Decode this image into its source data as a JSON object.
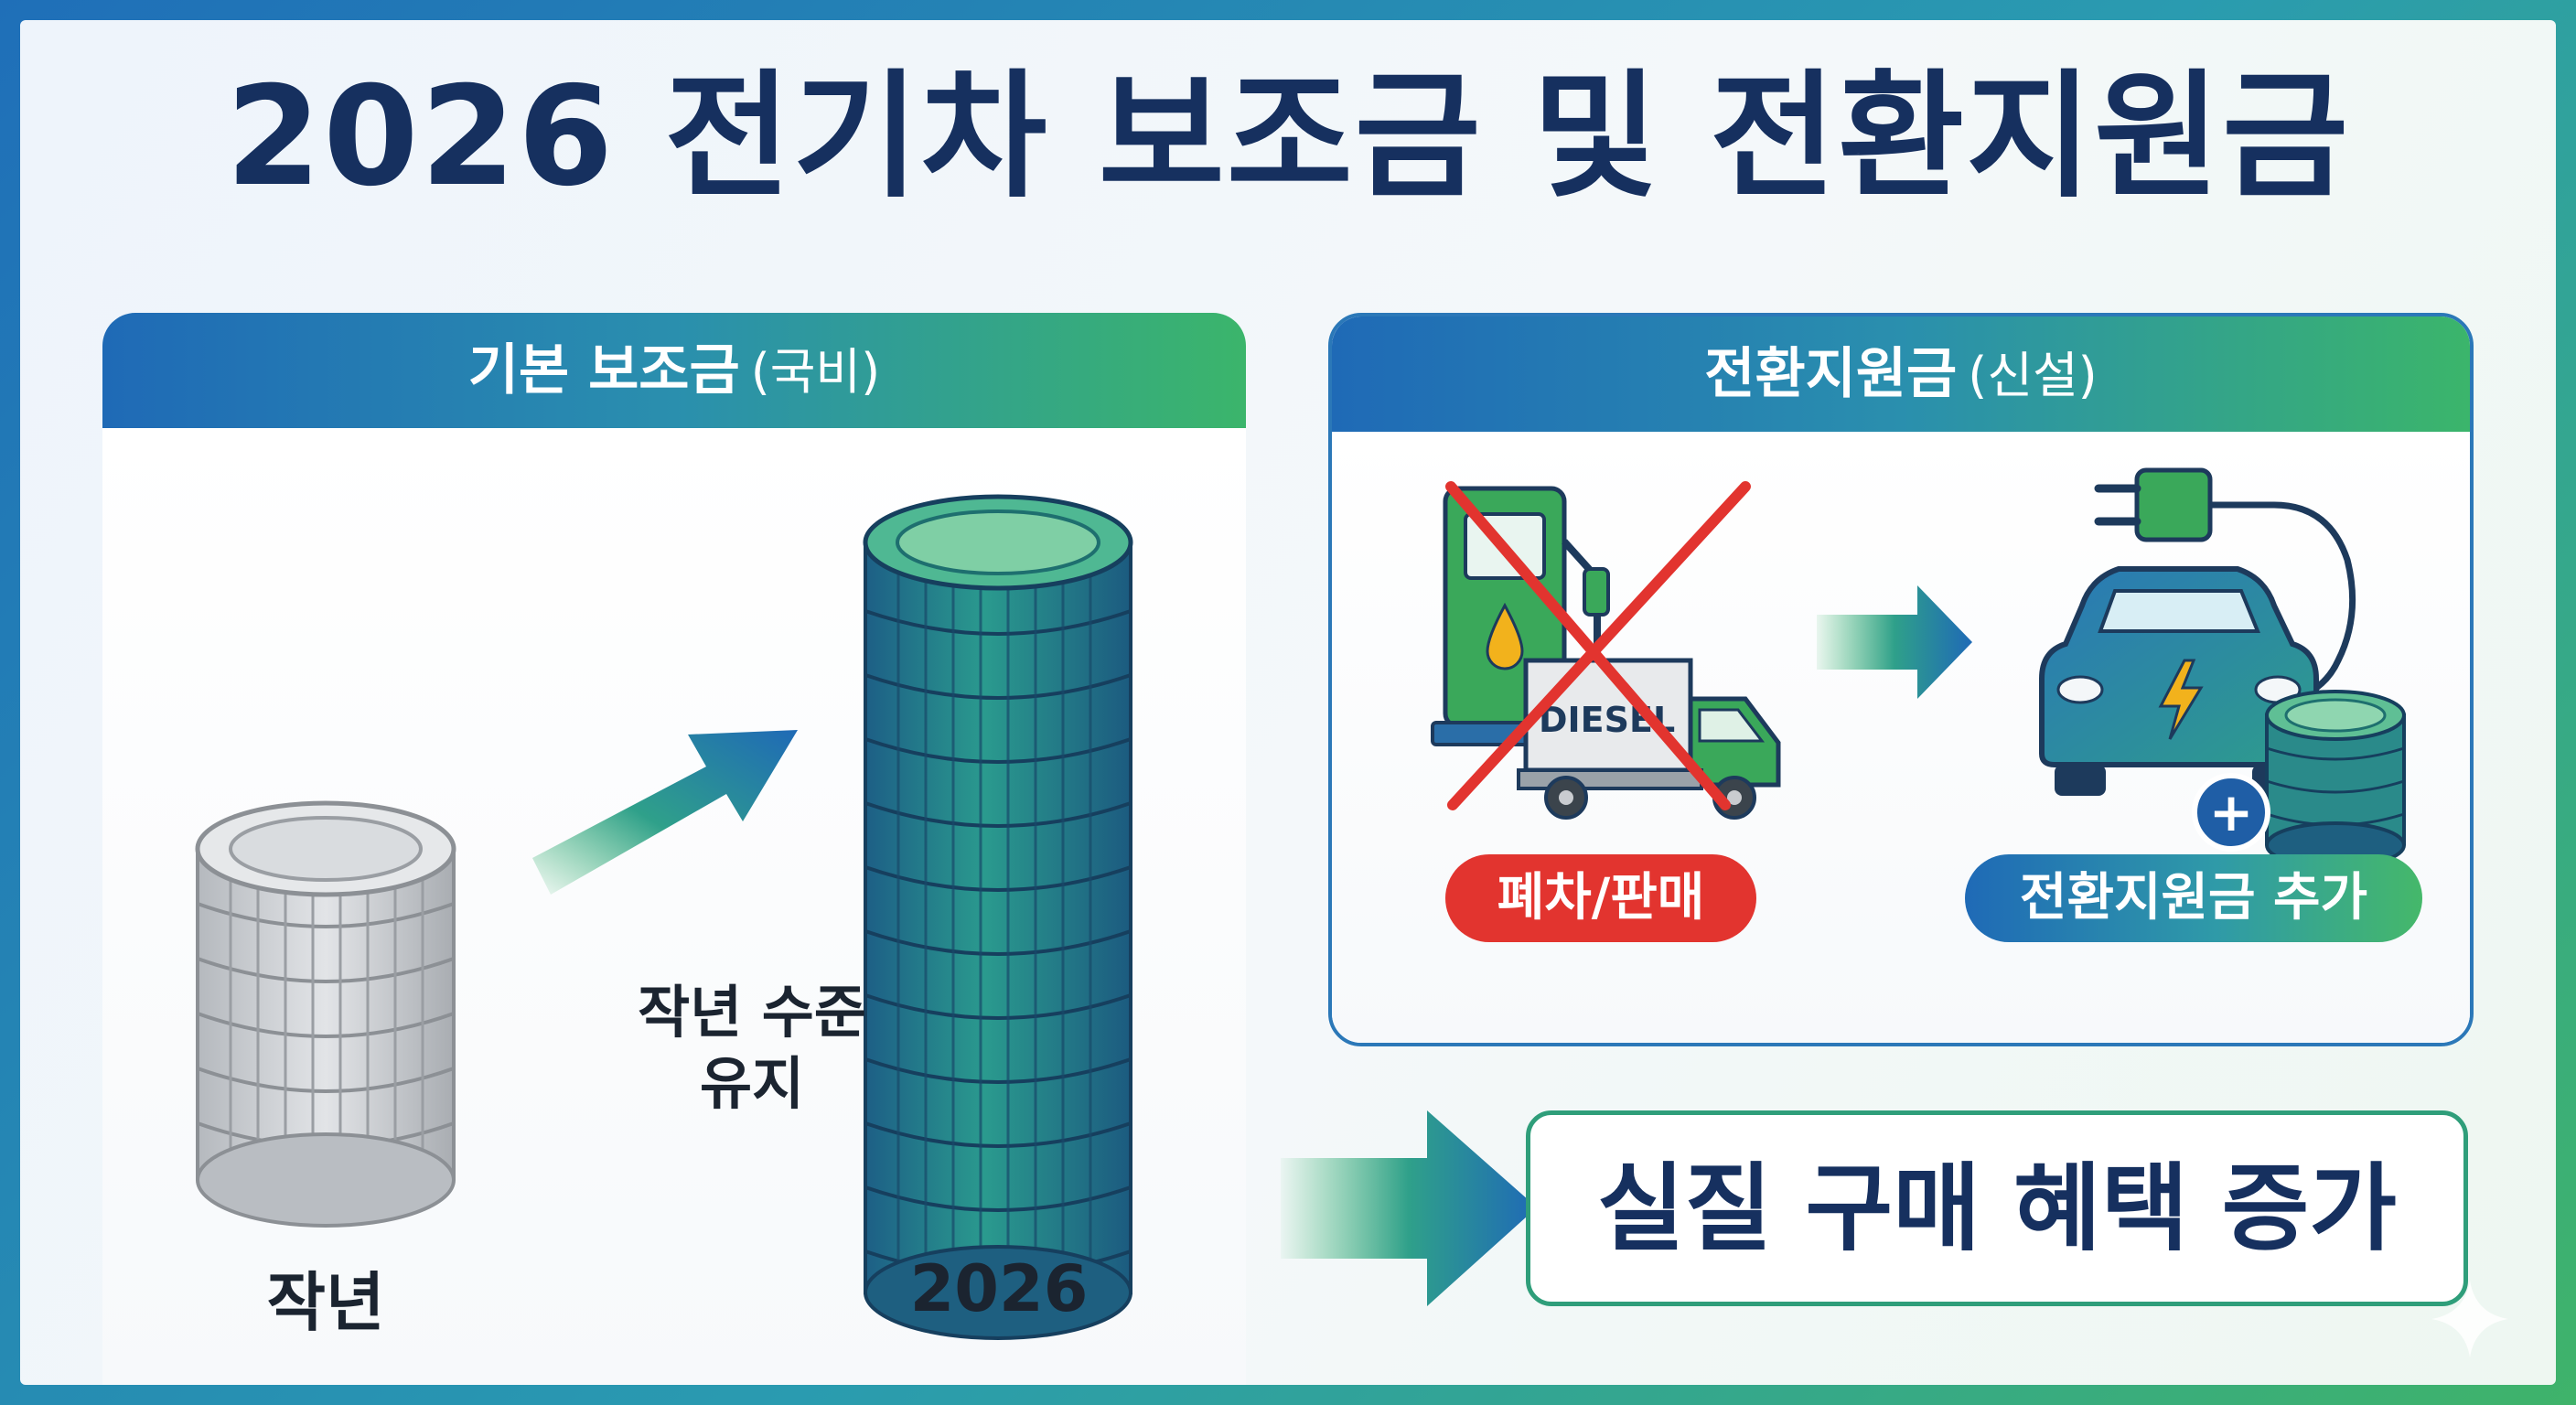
{
  "title": "2026 전기차 보조금 및 전환지원금",
  "left_panel": {
    "header": "기본 보조금",
    "header_note": "(국비)",
    "prev_label": "작년",
    "new_label": "2026",
    "arrow_caption_line1": "작년 수준",
    "arrow_caption_line2": "유지"
  },
  "right_panel": {
    "header": "전환지원금",
    "header_note": "(신설)",
    "truck_text": "DIESEL",
    "scrap_label": "폐차/판매",
    "bonus_label": "전환지원금 추가",
    "plus_symbol": "+"
  },
  "result": "실질 구매 혜택 증가",
  "icons": [
    "coin-stack-icon",
    "gas-pump-icon",
    "diesel-truck-icon",
    "x-mark-icon",
    "electric-car-icon",
    "plug-icon",
    "lightning-icon",
    "plus-icon",
    "arrow-right-icon",
    "sparkle-icon"
  ],
  "colors": {
    "navy": "#16305f",
    "blue": "#1f6ab6",
    "green": "#3bb56b",
    "red": "#e2342f",
    "silver": "#c9ccd0",
    "teal_coin": "#1e6f7a"
  }
}
